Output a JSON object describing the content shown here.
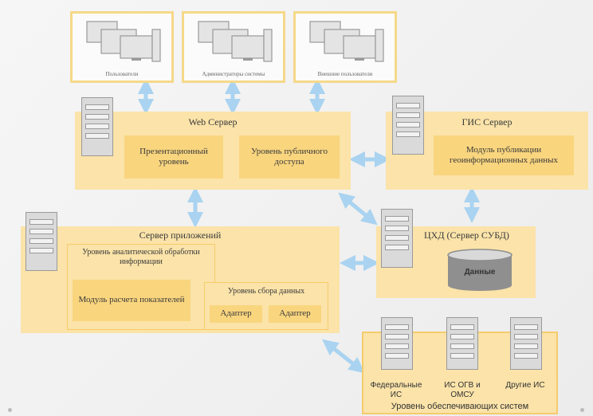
{
  "users": [
    {
      "label": "Пользователи"
    },
    {
      "label": "Администраторы системы"
    },
    {
      "label": "Внешние пользователи"
    }
  ],
  "web_server": {
    "title": "Web Сервер",
    "modules": [
      "Презентационный уровень",
      "Уровень публичного доступа"
    ]
  },
  "gis_server": {
    "title": "ГИС Сервер",
    "module": "Модуль публикации геоинформационных данных"
  },
  "app_server": {
    "title": "Сервер приложений",
    "analytics": {
      "title": "Уровень аналитической обработки информации",
      "module": "Модуль расчета показателей"
    },
    "collection": {
      "title": "Уровень сбора данных",
      "adapters": [
        "Адаптер",
        "Адаптер"
      ]
    }
  },
  "dwh": {
    "title": "ЦХД (Сервер СУБД)",
    "db_label": "Данные"
  },
  "support_systems": {
    "title": "Уровень обеспечивающих систем",
    "items": [
      "Федеральные ИС",
      "ИС ОГВ и ОМСУ",
      "Другие ИС"
    ]
  },
  "colors": {
    "panel": "#fbe3a9",
    "module": "#f9d57e",
    "border": "#f5d889",
    "arrow": "#a9d3f0"
  }
}
